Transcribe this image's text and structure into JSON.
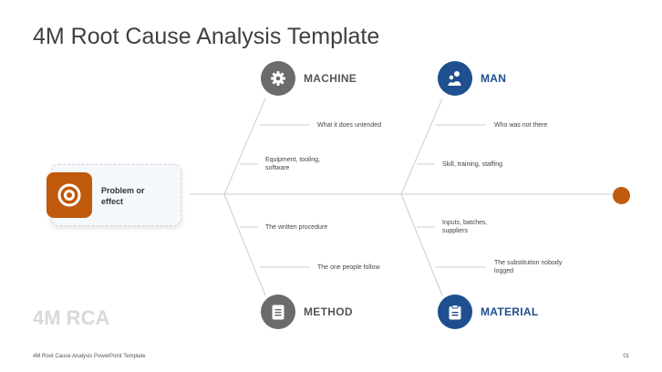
{
  "title": "4M Root Cause Analysis Template",
  "watermark": "4M RCA",
  "footer": {
    "left": "4M Root Cause Analysis PowerPoint Template",
    "right": "01"
  },
  "problem": {
    "label": "Problem or effect",
    "icon": "target-icon"
  },
  "categories": {
    "machine": {
      "label": "MACHINE",
      "icon": "gear-icon",
      "color": "#6b6b6b"
    },
    "man": {
      "label": "MAN",
      "icon": "people-icon",
      "color": "#1e4f8f"
    },
    "method": {
      "label": "METHOD",
      "icon": "document-icon",
      "color": "#6b6b6b"
    },
    "material": {
      "label": "MATERIAL",
      "icon": "clipboard-icon",
      "color": "#1e4f8f"
    }
  },
  "causes": {
    "machine": [
      "What it does untended",
      "Equipment, tooling, software"
    ],
    "man": [
      "Who was not there",
      "Skill, training, staffing"
    ],
    "method": [
      "The written procedure",
      "The one people follow"
    ],
    "material": [
      "Inputs, batches, suppliers",
      "The substitution nobody logged"
    ]
  },
  "colors": {
    "accent": "#c05a0c",
    "blue": "#1e4f8f",
    "grey": "#6b6b6b",
    "line": "#cccccc"
  }
}
